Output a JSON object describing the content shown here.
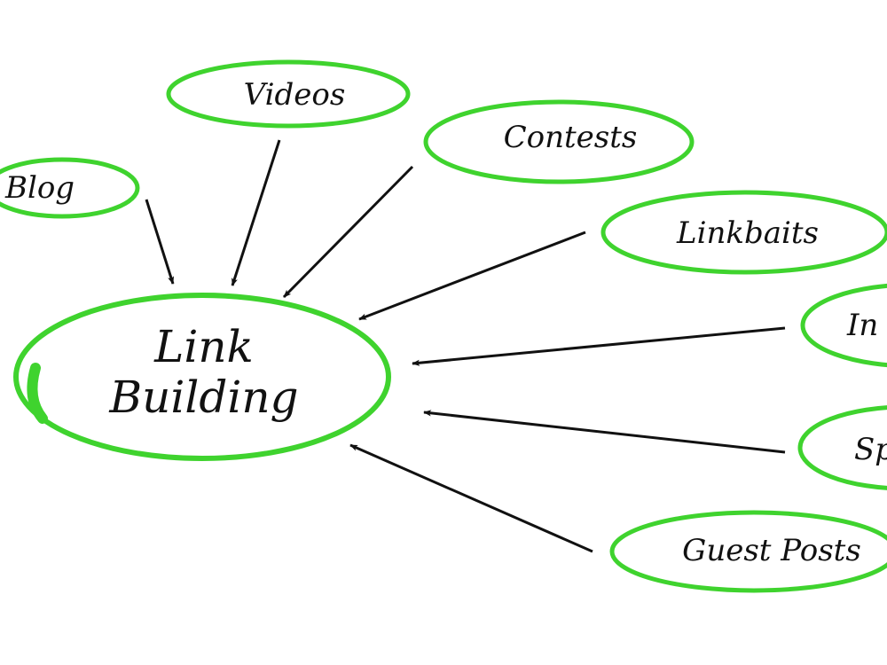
{
  "colors": {
    "ellipse_stroke": "#3fd32e",
    "arrow": "#111111",
    "text": "#111111",
    "background": "#ffffff"
  },
  "center": {
    "line1": "Link",
    "line2": "Building"
  },
  "nodes": {
    "blog": "Blog",
    "videos": "Videos",
    "contests": "Contests",
    "linkbaits": "Linkbaits",
    "in_partial": "In",
    "sp_partial": "Sp",
    "guest_posts": "Guest Posts"
  }
}
